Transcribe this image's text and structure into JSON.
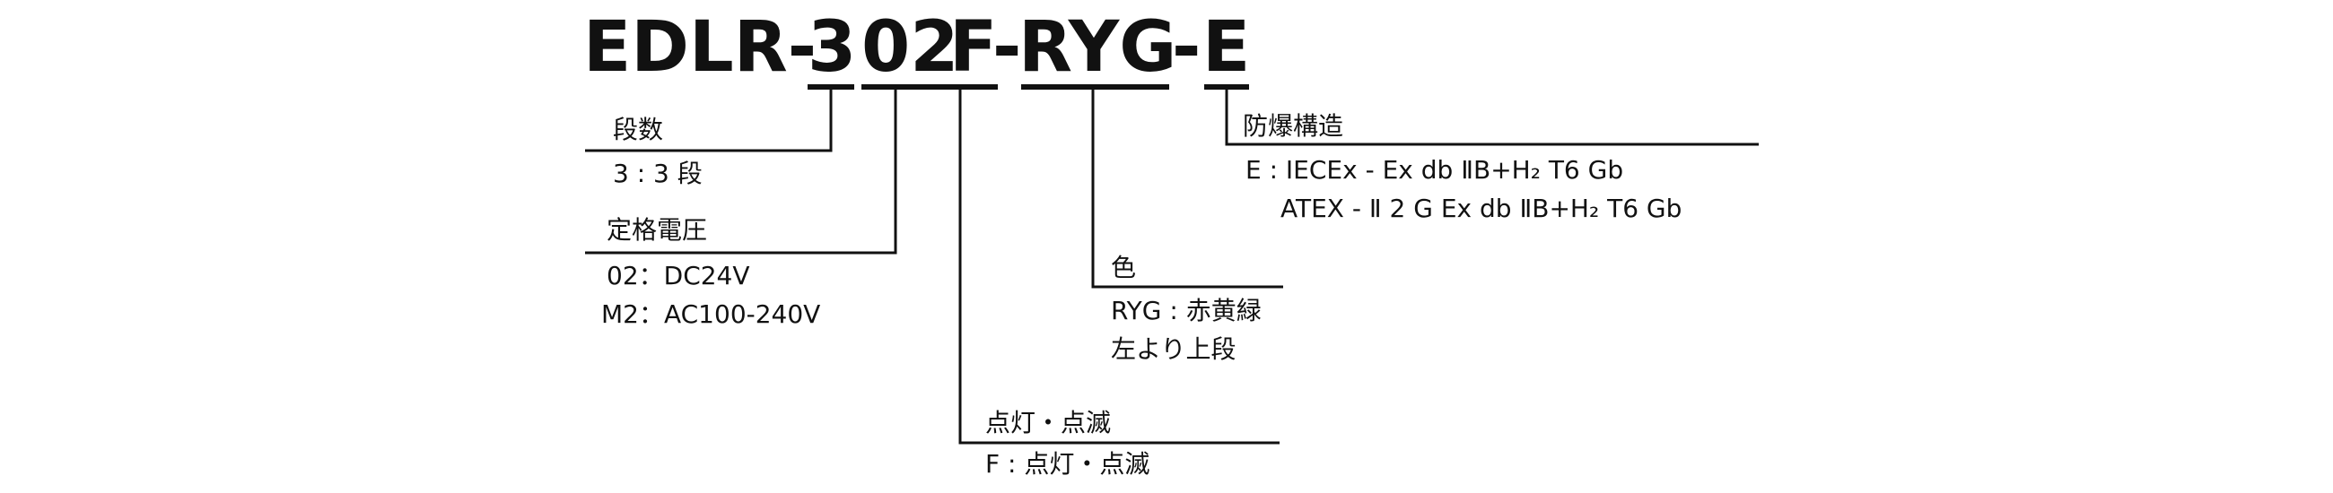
{
  "model_code": {
    "prefix": "EDLR-",
    "tiers": "3",
    "voltage": "02",
    "light_mode": "F",
    "sep1": "-",
    "color": "RYG",
    "sep2": "-",
    "explosion_proof": "E"
  },
  "sections": {
    "tiers": {
      "title": "段数",
      "options": [
        "3 : 3 段"
      ]
    },
    "voltage": {
      "title": "定格電圧",
      "options": [
        "02：DC24V",
        "M2：AC100-240V"
      ]
    },
    "color": {
      "title": "色",
      "options": [
        "RYG : 赤黄緑",
        "左より上段"
      ]
    },
    "light_mode": {
      "title": "点灯・点滅",
      "options": [
        "F : 点灯・点滅"
      ]
    },
    "explosion_proof": {
      "title": "防爆構造",
      "options": [
        "E : IECEx - Ex db ⅡB+H₂ T6 Gb",
        "ATEX - Ⅱ 2 G Ex db ⅡB+H₂ T6 Gb"
      ]
    }
  },
  "colors": {
    "ink": "#111111",
    "background": "#ffffff"
  }
}
